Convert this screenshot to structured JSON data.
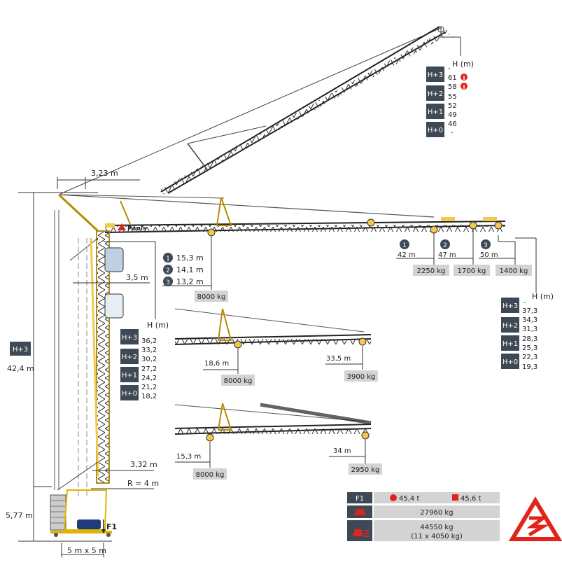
{
  "brand": {
    "mark": "Pauls",
    "logo": "triangle-3-logo",
    "logo_color": "#E2231A",
    "crane_color": "#F2C94C"
  },
  "dims": {
    "luffing_offset": "3,23 m",
    "total_height": "42,4 m",
    "cab_offset": "3,5 m",
    "mast_offset": "3,32 m",
    "radius": "R = 4 m",
    "base_height": "5,77 m",
    "base_size": "5 m x 5 m",
    "force": "F1"
  },
  "top_table": {
    "unit": "H (m)",
    "rows": [
      {
        "label": "H+3",
        "values": [
          "-",
          "61",
          "58"
        ],
        "info": [
          false,
          true,
          true
        ]
      },
      {
        "label": "H+2",
        "values": [
          "55",
          "52"
        ],
        "info": [
          false,
          false
        ]
      },
      {
        "label": "H+1",
        "values": [
          "49",
          "46"
        ],
        "info": [
          false,
          false
        ]
      },
      {
        "label": "H+0",
        "values": [
          "-"
        ],
        "info": [
          false
        ]
      }
    ]
  },
  "mid_table": {
    "unit": "H (m)",
    "rows": [
      {
        "label": "H+3",
        "values": [
          "36,2",
          "33,2"
        ]
      },
      {
        "label": "H+2",
        "values": [
          "30,2",
          "27,2"
        ]
      },
      {
        "label": "H+1",
        "values": [
          "24,2",
          "21,2"
        ]
      },
      {
        "label": "H+0",
        "values": [
          "18,2"
        ]
      }
    ]
  },
  "right_table": {
    "unit": "H (m)",
    "rows": [
      {
        "label": "H+3",
        "values": [
          "-",
          "37,3",
          "34,3"
        ]
      },
      {
        "label": "H+2",
        "values": [
          "31,3",
          "28,3"
        ]
      },
      {
        "label": "H+1",
        "values": [
          "25,3",
          "22,3"
        ]
      },
      {
        "label": "H+0",
        "values": [
          "19,3"
        ]
      }
    ]
  },
  "jib_configs": [
    {
      "num": "1",
      "radius": "15,3 m"
    },
    {
      "num": "2",
      "radius": "14,1 m"
    },
    {
      "num": "3",
      "radius": "13,2 m"
    }
  ],
  "main_jib": {
    "near_load": "8000 kg",
    "tips": [
      {
        "num": "1",
        "radius": "42 m",
        "load": "2250 kg"
      },
      {
        "num": "2",
        "radius": "47 m",
        "load": "1700 kg"
      },
      {
        "num": "3",
        "radius": "50 m",
        "load": "1400 kg"
      }
    ]
  },
  "jib2": {
    "near_radius": "18,6 m",
    "near_load": "8000 kg",
    "far_radius": "33,5 m",
    "far_load": "3900 kg"
  },
  "jib3": {
    "near_radius": "15,3 m",
    "near_load": "8000 kg",
    "far_radius": "34 m",
    "far_load": "2950 kg"
  },
  "load_table": {
    "label": "F1",
    "circle_value": "45,4 t",
    "square_value": "45,6 t",
    "crane_weight": "27960 kg",
    "ballast_weight": "44550 kg",
    "ballast_detail": "(11 x 4050 kg)",
    "weight_icon": "weight-icon",
    "ballast_icon": "ballast-icon",
    "accent": "#E2231A"
  }
}
